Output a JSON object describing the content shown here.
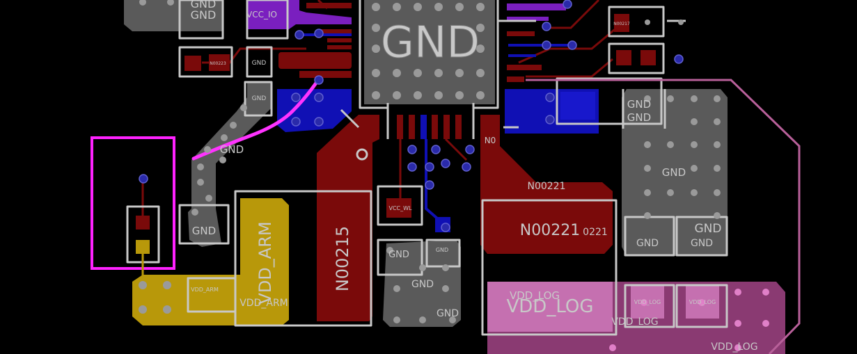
{
  "colors": {
    "background": "#000000",
    "gnd_pour": "#5a5a5a",
    "silkscreen": "#c8c8c8",
    "top_copper": "#7a0a0a",
    "bottom_copper": "#1010b4",
    "vdd_arm": "#b8980a",
    "vdd_log": "#b8609a",
    "vcc_io": "#7a1fbf",
    "highlight": "#ff22ff",
    "via": "#1a1a8c"
  },
  "labels": {
    "gnd": "GND",
    "chip_gnd": "GND",
    "vcc_io": "VCC_IO",
    "vcc_wl": "VCC_WL",
    "vdd_arm": "VDD_ARM",
    "vdd_log": "VDD_LOG",
    "n00215": "N00215",
    "n00221": "N00221",
    "n00223": "N00223",
    "n00217": "N00217",
    "n0": "N0",
    "frag_0221": "0221"
  }
}
